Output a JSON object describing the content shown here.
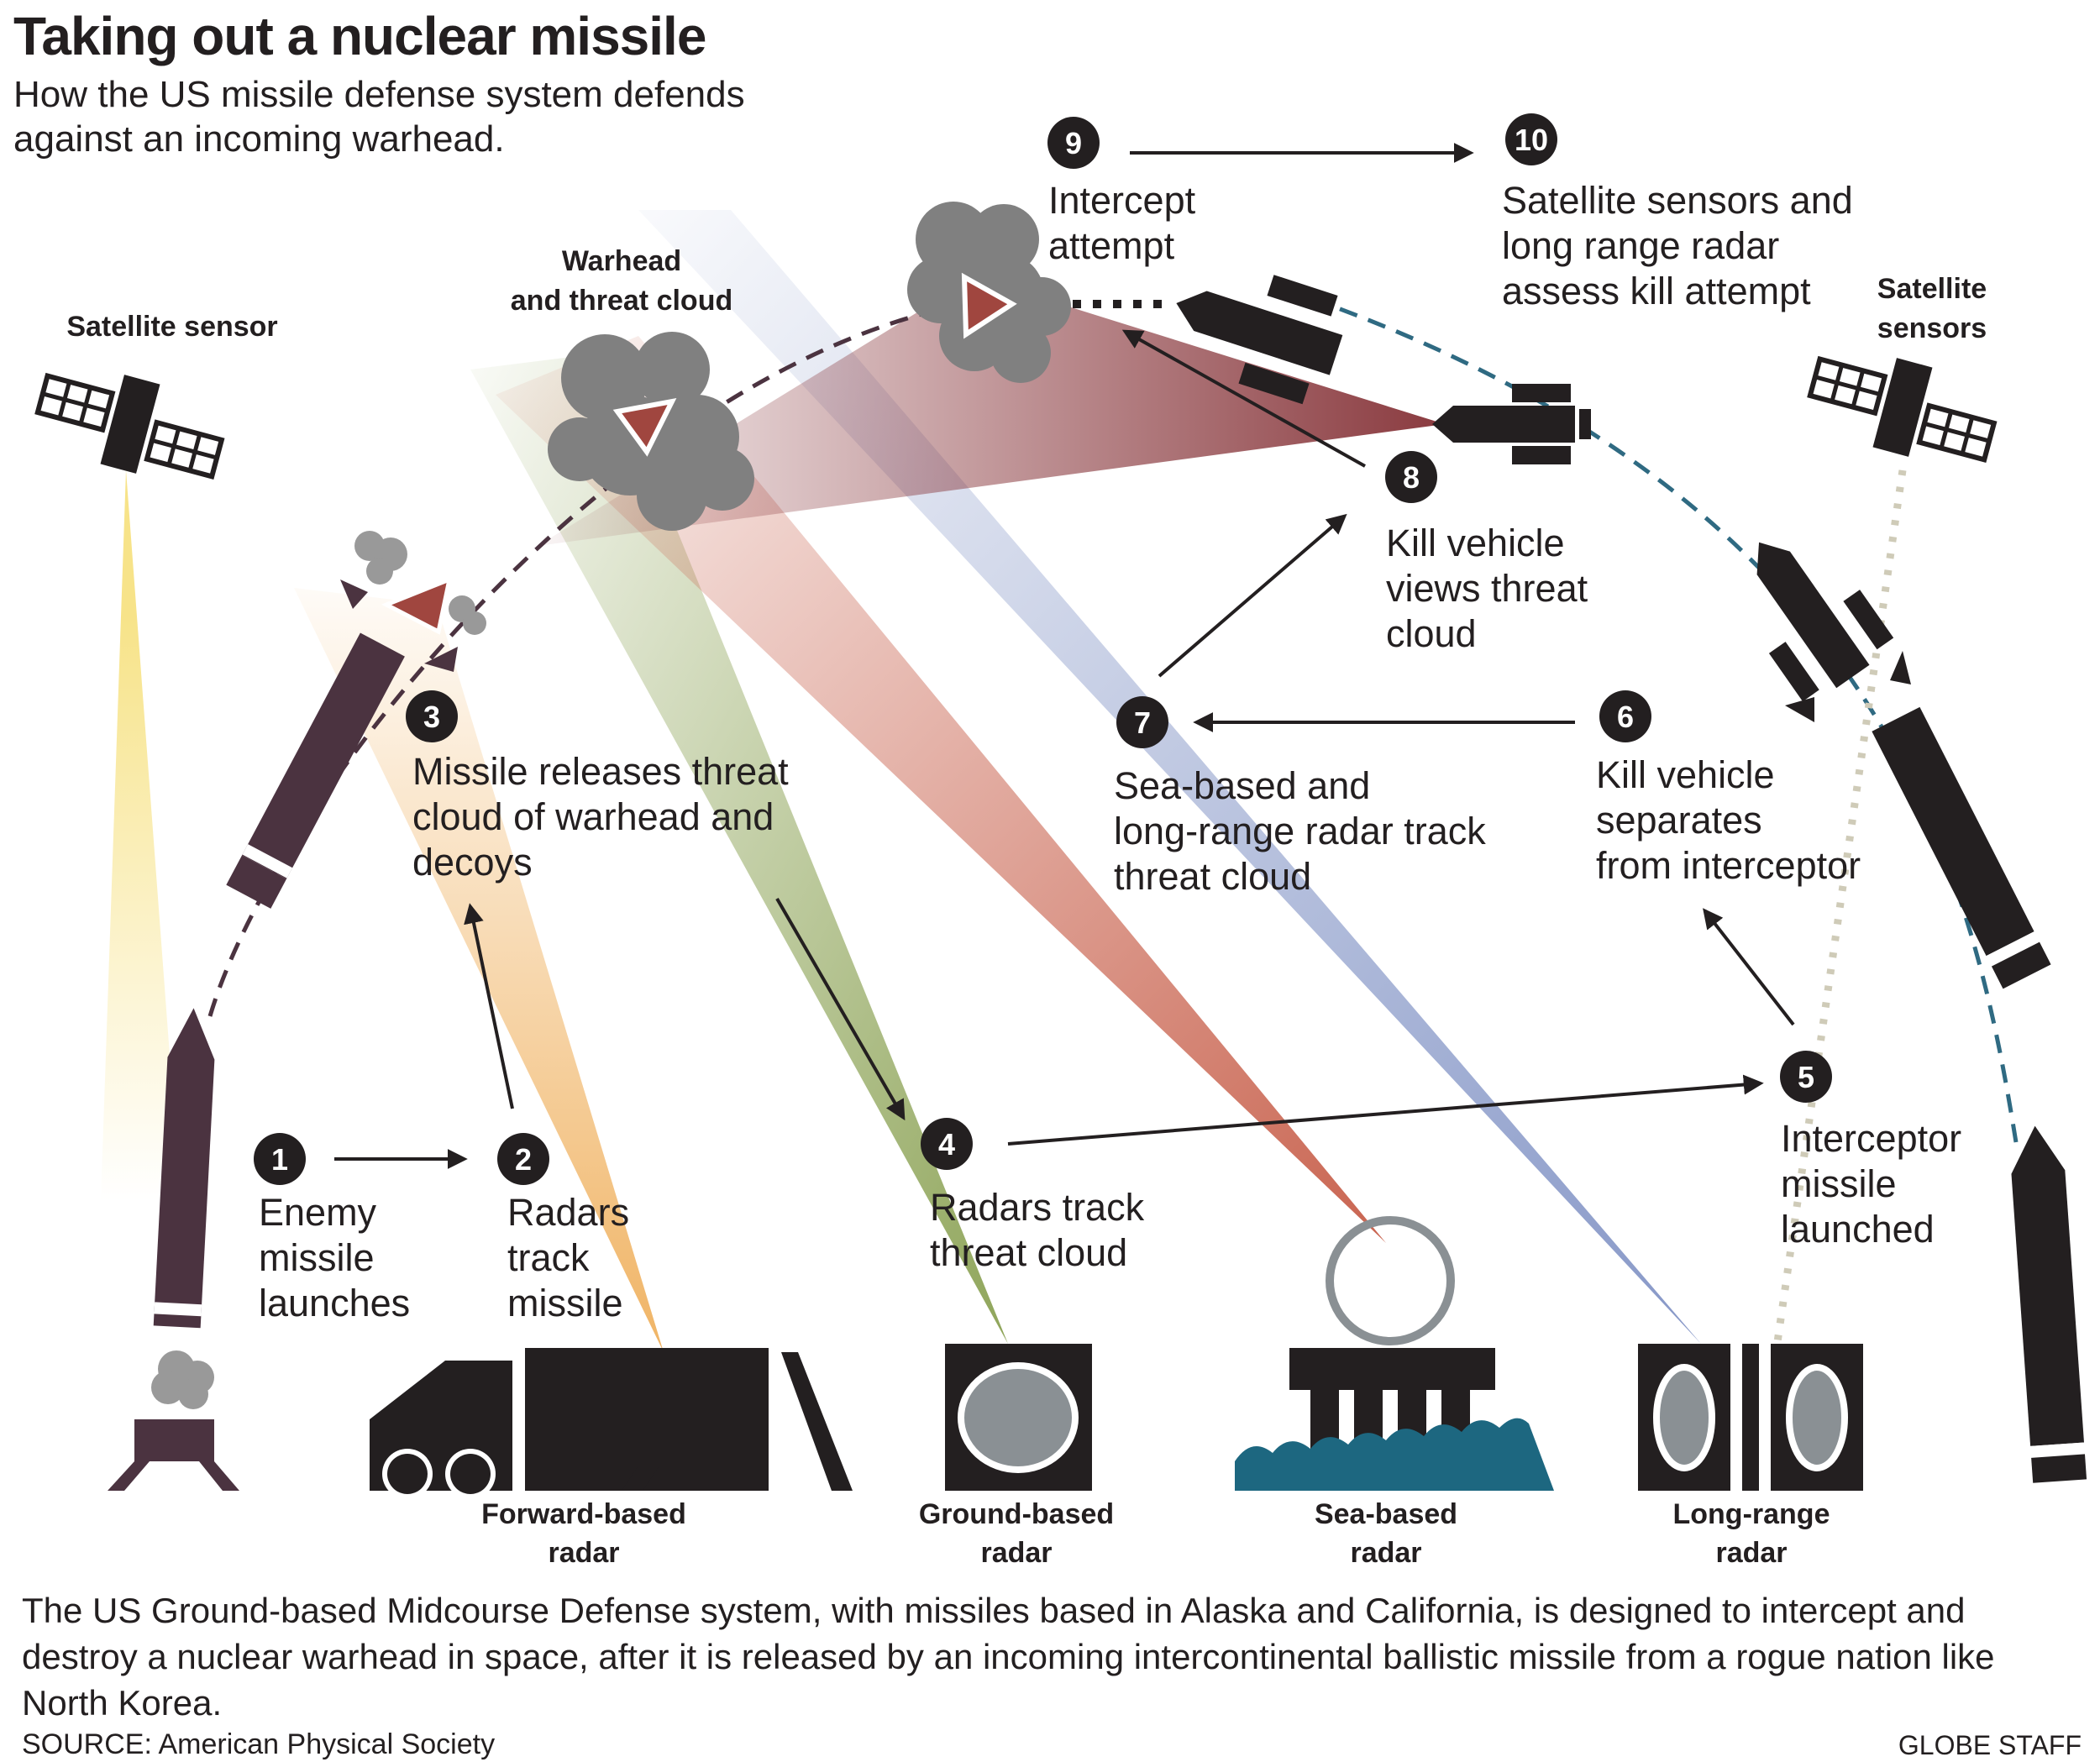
{
  "header": {
    "title": "Taking out a nuclear missile",
    "subtitle": "How the US missile defense system defends against an incoming warhead."
  },
  "steps": [
    {
      "number": "1",
      "lines": [
        "Enemy",
        "missile",
        "launches"
      ]
    },
    {
      "number": "2",
      "lines": [
        "Radars",
        "track",
        "missile"
      ]
    },
    {
      "number": "3",
      "lines": [
        "Missile releases threat",
        "cloud of warhead and",
        "decoys"
      ]
    },
    {
      "number": "4",
      "lines": [
        "Radars track",
        "threat cloud"
      ]
    },
    {
      "number": "5",
      "lines": [
        "Interceptor",
        "missile",
        "launched"
      ]
    },
    {
      "number": "6",
      "lines": [
        "Kill vehicle",
        "separates",
        "from interceptor"
      ]
    },
    {
      "number": "7",
      "lines": [
        "Sea-based and",
        "long-range radar track",
        "threat cloud"
      ]
    },
    {
      "number": "8",
      "lines": [
        "Kill vehicle",
        "views threat",
        "cloud"
      ]
    },
    {
      "number": "9",
      "lines": [
        "Intercept",
        "attempt"
      ]
    },
    {
      "number": "10",
      "lines": [
        "Satellite sensors and",
        "long range radar",
        "assess kill attempt"
      ]
    }
  ],
  "labels": {
    "satellite_left": "Satellite sensor",
    "satellite_right": [
      "Satellite",
      "sensors"
    ],
    "warhead_cloud": [
      "Warhead",
      "and threat cloud"
    ]
  },
  "radar_sites": [
    {
      "lines": [
        "Forward-based",
        "radar"
      ]
    },
    {
      "lines": [
        "Ground-based",
        "radar"
      ]
    },
    {
      "lines": [
        "Sea-based",
        "radar"
      ]
    },
    {
      "lines": [
        "Long-range",
        "radar"
      ]
    }
  ],
  "footer": {
    "description": "The US Ground-based Midcourse Defense system, with missiles based in Alaska and California, is designed to intercept and destroy a nuclear warhead in space, after it is released by an incoming intercontinental ballistic missile from a rogue nation like North Korea.",
    "source": "SOURCE: American Physical Society",
    "credit": "GLOBE STAFF"
  },
  "colors": {
    "ink": "#231f20",
    "enemy_missile": "#4b3340",
    "warhead": "#a0463f",
    "trajectory_interceptor": "#2f6a82",
    "beam_yellow": "#f6e07c",
    "beam_orange": "#f0b465",
    "beam_green": "#8fa55a",
    "beam_red": "#c96450",
    "beam_blue": "#8697c7",
    "beam_maroon": "#8a3a3f",
    "smoke": "#888888",
    "water": "#1d6780",
    "radar_dish": "#8a9094"
  },
  "icons": [
    "satellite-icon",
    "enemy-missile-icon",
    "interceptor-missile-icon",
    "kill-vehicle-icon",
    "warhead-icon",
    "smoke-cloud-icon",
    "radar-truck-icon",
    "ground-radar-icon",
    "sea-radar-icon",
    "long-range-radar-icon"
  ]
}
